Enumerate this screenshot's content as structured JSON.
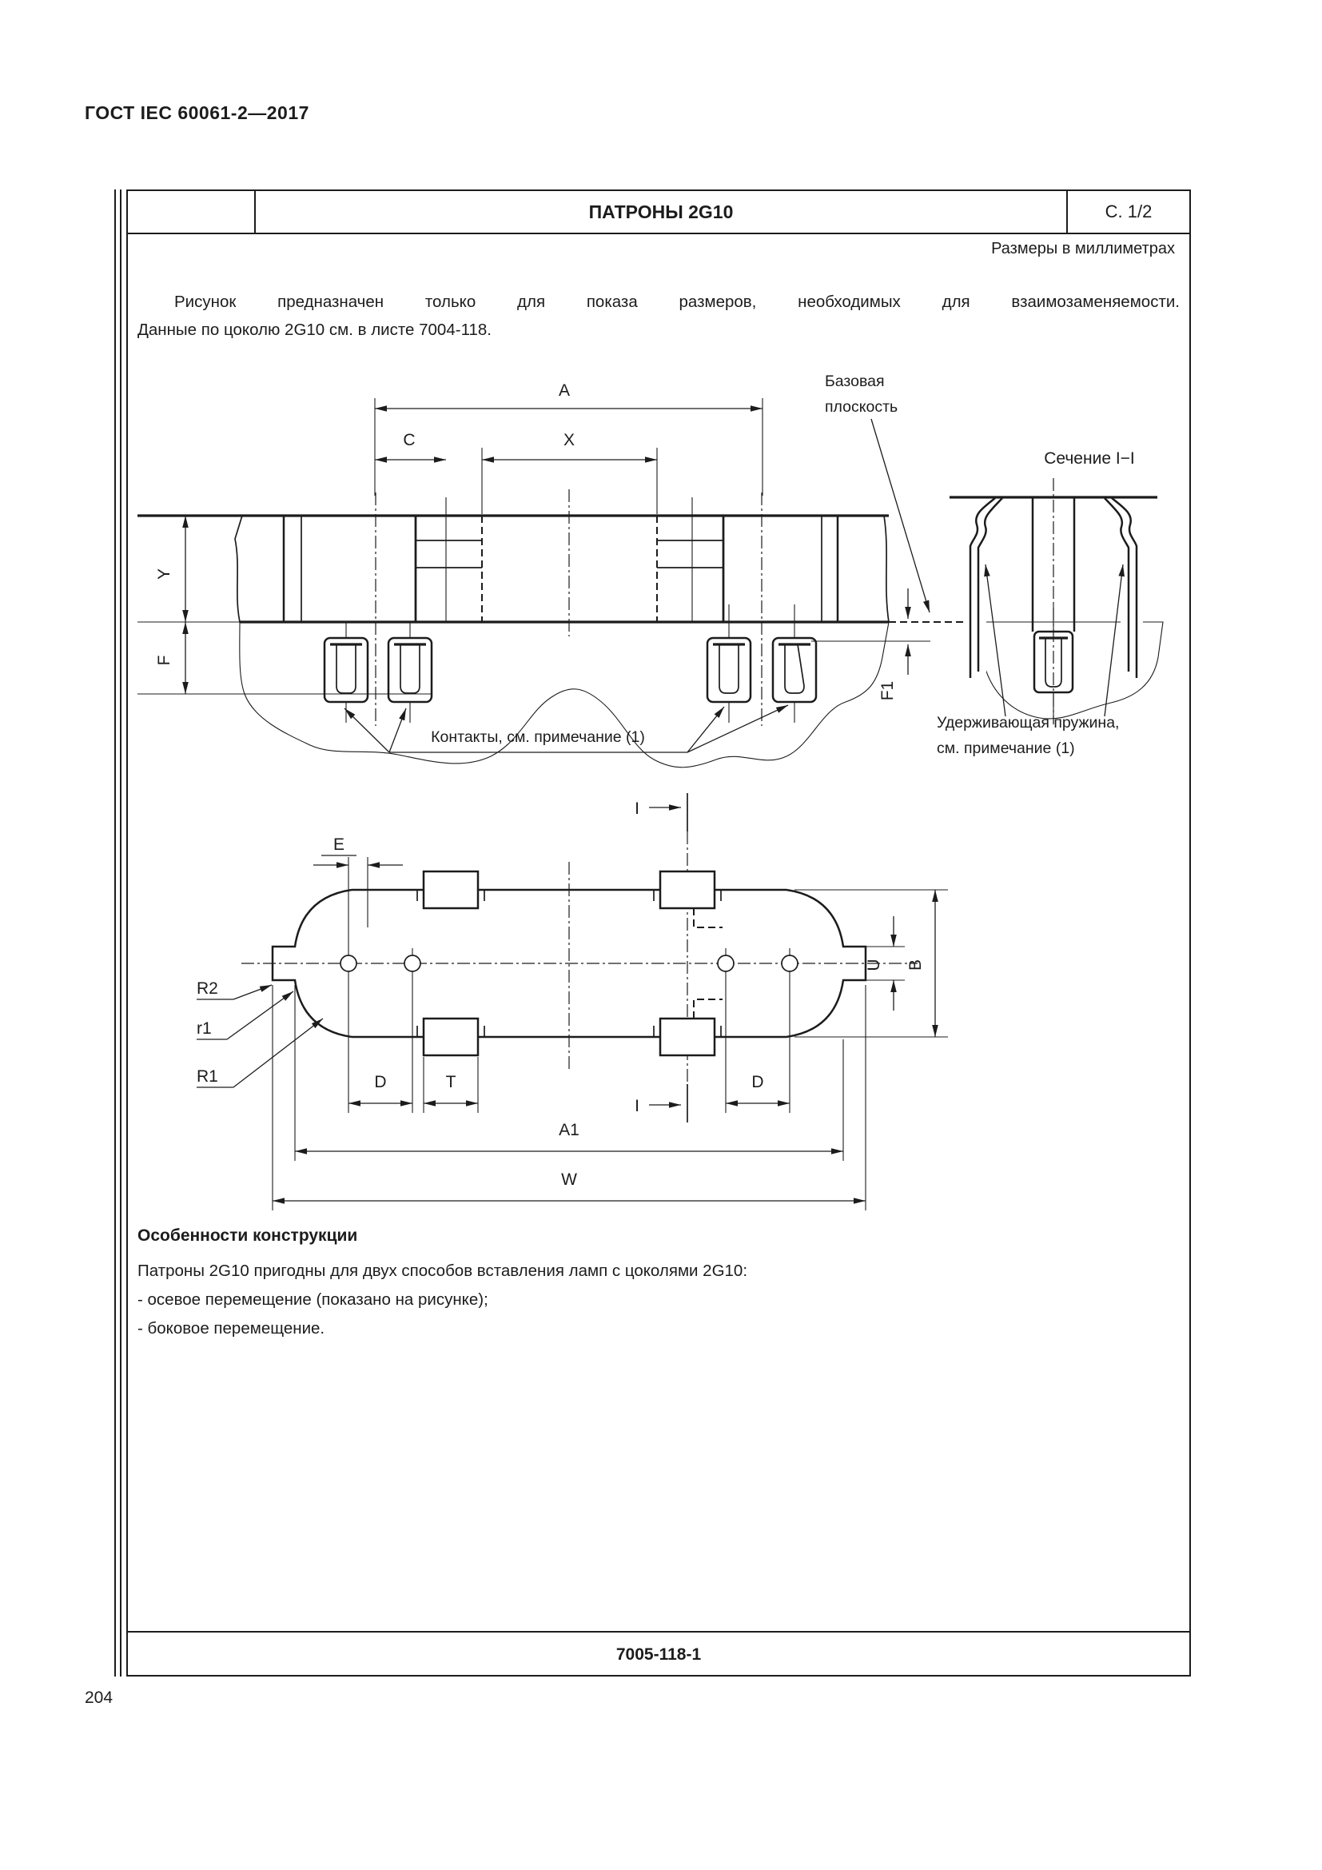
{
  "page": {
    "header": "ГОСТ IEC 60061-2—2017",
    "page_number": "204"
  },
  "sheet": {
    "title": "ПАТРОНЫ 2G10",
    "page_ref": "С. 1/2",
    "units_note": "Размеры в миллиметрах",
    "doc_number": "7005-118-1",
    "intro_line1": "Рисунок предназначен только для показа размеров, необходимых для взаимозаменяемости.",
    "intro_line2": "Данные по цоколю 2G10 см. в листе 7004-118."
  },
  "drawing": {
    "section_title": "Сечение I−I",
    "base_plane_line1": "Базовая",
    "base_plane_line2": "плоскость",
    "contacts_note": "Контакты, см. примечание (1)",
    "spring_note_line1": "Удерживающая пружина,",
    "spring_note_line2": "см. примечание (1)",
    "dims": {
      "A": "A",
      "C": "C",
      "X": "X",
      "Y": "Y",
      "F": "F",
      "F1": "F1",
      "E": "E",
      "I": "I",
      "R2": "R2",
      "r1": "r1",
      "R1": "R1",
      "D": "D",
      "T": "T",
      "U": "U",
      "B": "B",
      "A1": "A1",
      "W": "W"
    }
  },
  "features": {
    "heading": "Особенности конструкции",
    "line1": "Патроны 2G10 пригодны для двух способов вставления ламп с цоколями 2G10:",
    "item1": "-  осевое перемещение (показано на рисунке);",
    "item2": "-  боковое перемещение."
  }
}
